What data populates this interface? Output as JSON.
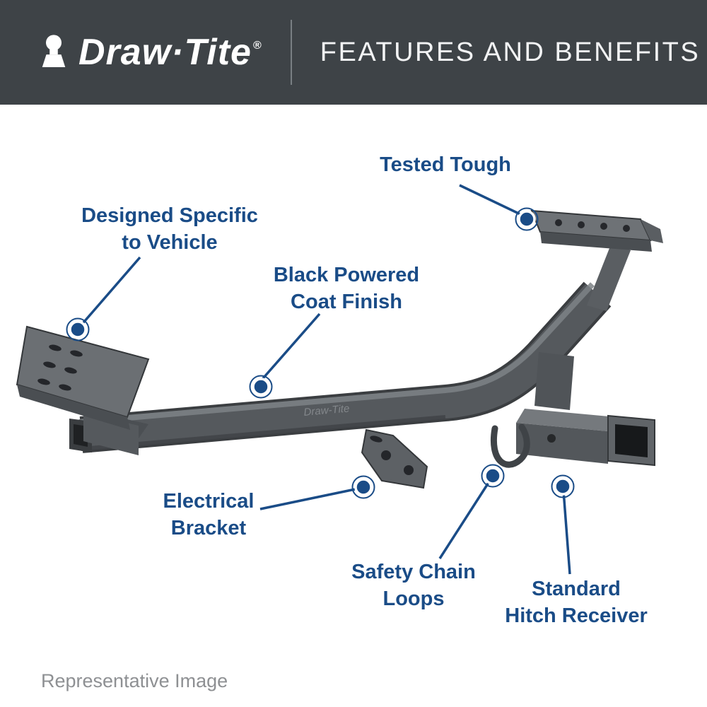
{
  "colors": {
    "header_bg": "#3e4347",
    "header_text": "#f2f3f4",
    "callout_blue": "#1a4c87",
    "hitch_gray": "#55595d",
    "footer_gray": "#8e9093"
  },
  "header": {
    "brand": "Draw·Tite",
    "registered_mark": "®",
    "title": "FEATURES AND BENEFITS",
    "ball_icon": "hitch-ball-icon"
  },
  "callouts": [
    {
      "id": "tested-tough",
      "label": "Tested Tough"
    },
    {
      "id": "designed-specific",
      "label": "Designed Specific\nto Vehicle"
    },
    {
      "id": "black-powder-coat",
      "label": "Black Powered\nCoat Finish"
    },
    {
      "id": "electrical-bracket",
      "label": "Electrical\nBracket"
    },
    {
      "id": "safety-chain-loops",
      "label": "Safety Chain\nLoops"
    },
    {
      "id": "standard-receiver",
      "label": "Standard\nHitch Receiver"
    }
  ],
  "hitch": {
    "stamp": "Draw-Tite"
  },
  "footer": {
    "note": "Representative Image"
  }
}
